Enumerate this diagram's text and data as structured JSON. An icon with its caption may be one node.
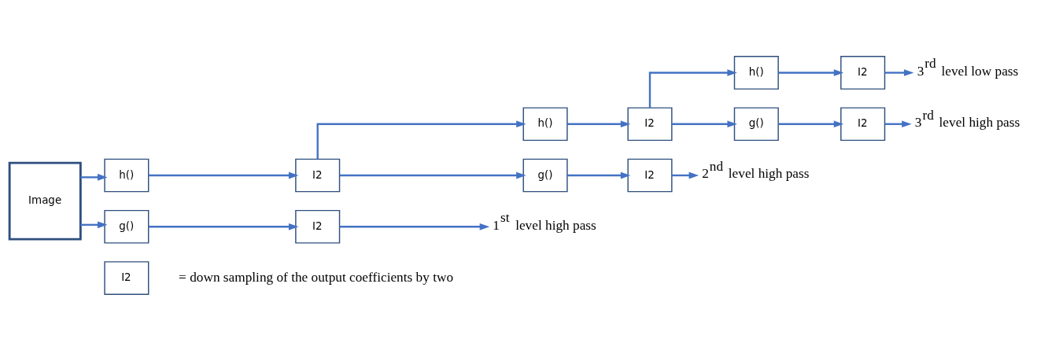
{
  "diagram": {
    "nodes": [
      {
        "text": [
          "Image"
        ]
      },
      {
        "text": [
          "h()"
        ]
      },
      {
        "text": [
          "I2"
        ]
      },
      {
        "text": [
          "g()"
        ]
      },
      {
        "text": [
          "I2"
        ]
      },
      {
        "text": [
          "1$^{st}$ level high pass"
        ]
      },
      {
        "text": [
          "h()"
        ]
      },
      {
        "text": [
          "I2"
        ]
      },
      {
        "text": [
          "g()"
        ]
      },
      {
        "text": [
          "I2"
        ]
      },
      {
        "text": [
          "2$^{nd}$ level high pass"
        ]
      },
      {
        "text": [
          "h()"
        ]
      },
      {
        "text": [
          "I2"
        ]
      },
      {
        "text": [
          "g()"
        ]
      },
      {
        "text": [
          "I2"
        ]
      },
      {
        "text": [
          "3$^{rd}$ level low pass"
        ]
      },
      {
        "text": [
          "3$^{rd}$ level high pass"
        ]
      },
      {
        "text": [
          "I2"
        ],
        "beside": [
          "= down sampling of the output coefficients by two"
        ]
      }
    ],
    "edges": [
      {
        "from": 0,
        "to": 1,
        "arrow": "to"
      },
      {
        "from": 0,
        "to": 3,
        "arrow": "to"
      },
      {
        "from": 1,
        "to": 2,
        "arrow": "to"
      },
      {
        "from": 3,
        "to": 4,
        "arrow": "to"
      },
      {
        "from": 4,
        "to": 5,
        "arrow": "to"
      },
      {
        "from": 2,
        "to": 6,
        "arrow": "to"
      },
      {
        "from": 2,
        "to": 8,
        "arrow": "to"
      },
      {
        "from": 6,
        "to": 7,
        "arrow": "to"
      },
      {
        "from": 8,
        "to": 9,
        "arrow": "to"
      },
      {
        "from": 9,
        "to": 10,
        "arrow": "to"
      },
      {
        "from": 7,
        "to": 11,
        "arrow": "to"
      },
      {
        "from": 7,
        "to": 13,
        "arrow": "to"
      },
      {
        "from": 11,
        "to": 12,
        "arrow": "to"
      },
      {
        "from": 13,
        "to": 14,
        "arrow": "to"
      },
      {
        "from": 12,
        "to": 15,
        "arrow": "to"
      },
      {
        "from": 14,
        "to": 16,
        "arrow": "to"
      }
    ]
  }
}
